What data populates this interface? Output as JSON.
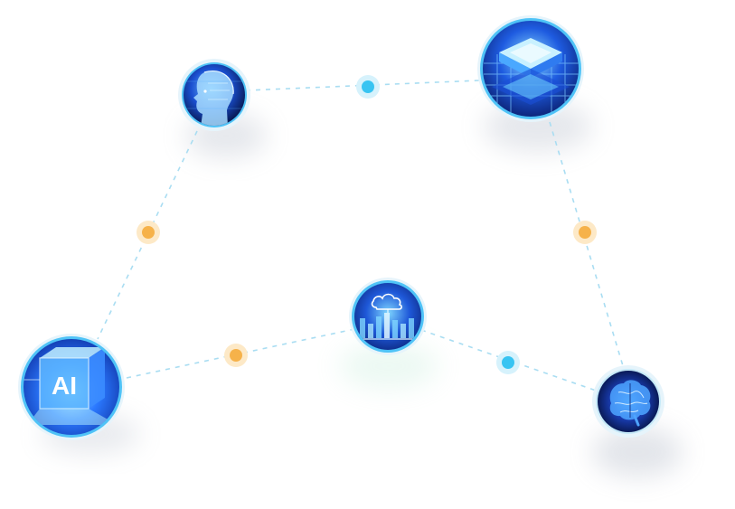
{
  "colors": {
    "line": "#a9ddf2",
    "node_ring": "#4fc3f7",
    "node_ring_outer": "#dff3fb",
    "dot_blue": "#38c4f2",
    "dot_blue_halo": "#d6f2fc",
    "dot_orange": "#f6b24a",
    "dot_orange_halo": "#fde9c7",
    "node_fill_dark": "#06164a",
    "node_fill_mid": "#1746c8",
    "node_fill_light": "#3fa6ff"
  },
  "nodes": [
    {
      "id": "face",
      "icon": "robot-face-icon"
    },
    {
      "id": "chip",
      "icon": "microchip-icon"
    },
    {
      "id": "ai",
      "icon": "ai-cube-icon",
      "label": "AI"
    },
    {
      "id": "cloud",
      "icon": "cloud-computing-icon"
    },
    {
      "id": "brain",
      "icon": "brain-icon"
    }
  ],
  "connectors": [
    {
      "from": "face",
      "to": "chip",
      "dot": "blue"
    },
    {
      "from": "face",
      "to": "ai",
      "dot": "orange"
    },
    {
      "from": "chip",
      "to": "brain",
      "dot": "orange"
    },
    {
      "from": "ai",
      "to": "cloud",
      "dot": "orange"
    },
    {
      "from": "cloud",
      "to": "brain",
      "dot": "blue"
    }
  ]
}
